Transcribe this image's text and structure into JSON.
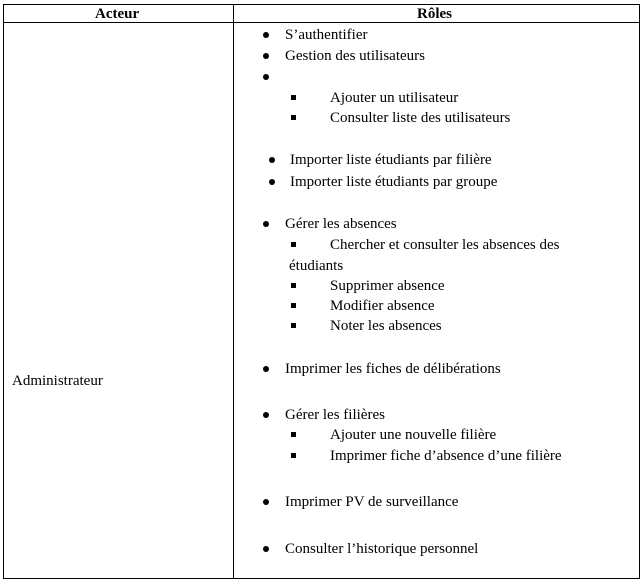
{
  "table": {
    "headers": [
      "Acteur",
      "Rôles"
    ],
    "actor": "Administrateur",
    "roles": {
      "auth": "S’authentifier",
      "gestion_utilisateurs": "Gestion des utilisateurs",
      "ajouter_utilisateur": "Ajouter un utilisateur",
      "consulter_utilisateurs": "Consulter liste des utilisateurs",
      "importer_filiere": "Importer liste étudiants par filière",
      "importer_groupe": "Importer liste étudiants par groupe",
      "gerer_absences": "Gérer les absences",
      "chercher_line1": "Chercher et consulter les absences des",
      "chercher_line2": "étudiants",
      "supprimer_absence": "Supprimer absence",
      "modifier_absence": "Modifier absence",
      "noter_absences": "Noter les absences",
      "imprimer_fiches": "Imprimer les fiches de délibérations",
      "gerer_filieres": "Gérer les filières",
      "ajouter_filiere": "Ajouter une nouvelle filière",
      "imprimer_absence_filiere": "Imprimer fiche d’absence d’une filière",
      "imprimer_pv": "Imprimer PV de surveillance",
      "consulter_historique": "Consulter l’historique personnel"
    }
  }
}
